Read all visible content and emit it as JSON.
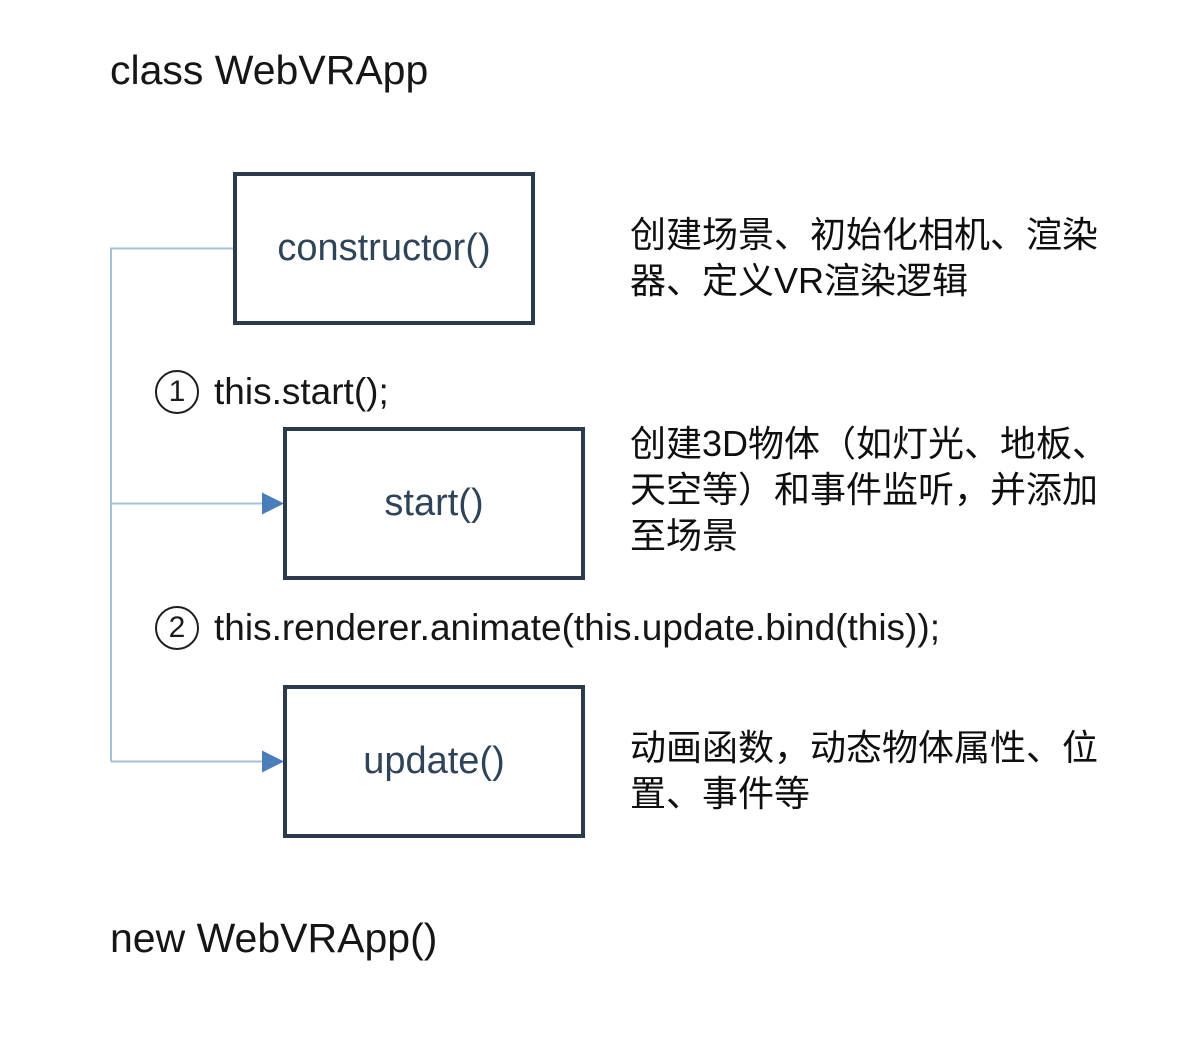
{
  "title": "class WebVRApp",
  "footer": "new WebVRApp()",
  "boxes": {
    "constructor": {
      "label": "constructor()"
    },
    "start": {
      "label": "start()"
    },
    "update": {
      "label": "update()"
    }
  },
  "calls": [
    {
      "number": "1",
      "code": "this.start();"
    },
    {
      "number": "2",
      "code": "this.renderer.animate(this.update.bind(this));"
    }
  ],
  "annotations": {
    "constructor": {
      "lines": [
        "创建场景、初始化相机、渲染",
        "器、定义VR渲染逻辑"
      ]
    },
    "start": {
      "lines": [
        "创建3D物体（如灯光、地板、",
        "天空等）和事件监听，并添加",
        "至场景"
      ]
    },
    "update": {
      "lines": [
        "动画函数，动态物体属性、位",
        "置、事件等"
      ]
    }
  },
  "colors": {
    "box_border": "#2b3b4d",
    "box_text": "#2f4458",
    "connector_line": "#a6c1de",
    "connector_arrow": "#4a7ebb",
    "text": "#161616"
  }
}
